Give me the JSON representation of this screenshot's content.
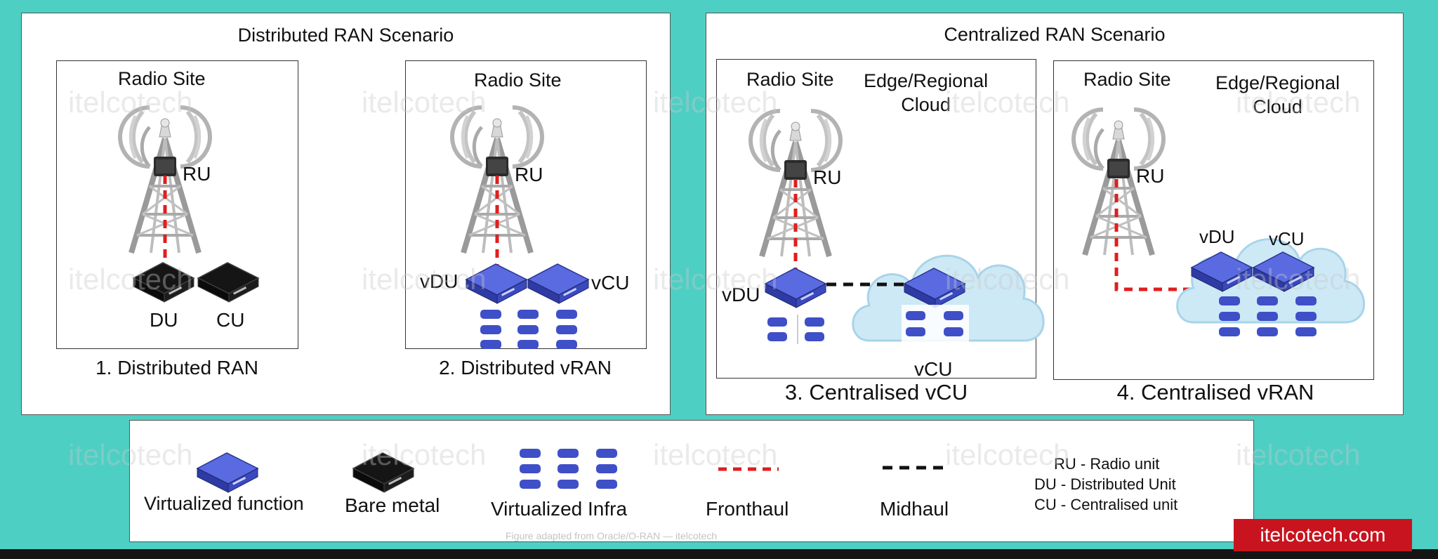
{
  "scenarios": {
    "distributed_title": "Distributed RAN Scenario",
    "centralized_title": "Centralized RAN Scenario"
  },
  "labels": {
    "radio_site": "Radio Site",
    "edge_cloud": "Edge/Regional\nCloud",
    "ru": "RU",
    "du": "DU",
    "cu": "CU",
    "vdu": "vDU",
    "vcu": "vCU"
  },
  "captions": {
    "c1": "1. Distributed RAN",
    "c2": "2. Distributed vRAN",
    "c3": "3. Centralised vCU",
    "c4": "4. Centralised vRAN"
  },
  "legend": {
    "virtualized_function": "Virtualized function",
    "bare_metal": "Bare metal",
    "virtualized_infra": "Virtualized Infra",
    "fronthaul": "Fronthaul",
    "midhaul": "Midhaul",
    "abbreviations": [
      "RU - Radio unit",
      "DU - Distributed Unit",
      "CU - Centralised unit"
    ]
  },
  "brand": "itelcotech.com",
  "watermark": "itelcotech",
  "credit": "Figure adapted from Oracle/O-RAN — itelcotech",
  "colors": {
    "background": "#4ecfc4",
    "virtual_blue": "#3f4fc8",
    "fronthaul_red": "#e01e1e",
    "midhaul_black": "#111111",
    "brand_red": "#c8141e"
  }
}
